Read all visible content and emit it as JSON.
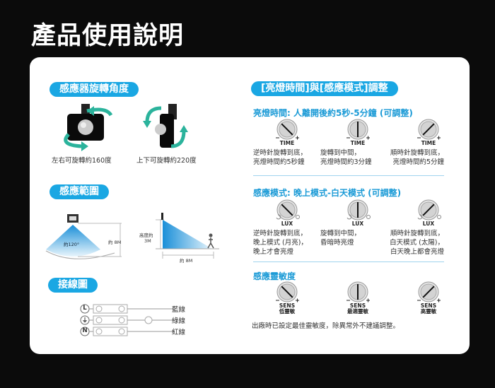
{
  "title": "產品使用說明",
  "rotation": {
    "pill": "感應器旋轉角度",
    "left_caption": "左右可旋轉約160度",
    "right_caption": "上下可旋轉約220度"
  },
  "range": {
    "pill": "感應範圍",
    "angle": "約120°",
    "distance": "約 8M",
    "height_label": "高度約",
    "height_value": "3M",
    "ground": "約 8M"
  },
  "wiring": {
    "pill": "接線圖",
    "rows": [
      {
        "terminal": "L",
        "color": "藍線"
      },
      {
        "terminal": "⏚",
        "color": "綠線"
      },
      {
        "terminal": "N",
        "color": "紅線"
      }
    ]
  },
  "adjust": {
    "pill": "[亮燈時間]與[感應模式]調整",
    "time": {
      "heading": "亮燈時間: 人離開後約5秒-5分鐘 (可調整)",
      "label": "TIME",
      "knobs": [
        {
          "setting": "min",
          "text": "逆時針旋轉到底，\n亮燈時間約5秒鐘"
        },
        {
          "setting": "mid",
          "text": "旋轉到中間，\n亮燈時間約3分鐘"
        },
        {
          "setting": "max",
          "text": "順時針旋轉到底，\n亮燈時間約5分鐘"
        }
      ]
    },
    "lux": {
      "heading": "感應模式: 晚上模式-白天模式 (可調整)",
      "label": "LUX",
      "knobs": [
        {
          "setting": "min",
          "text": "逆時針旋轉到底，\n晚上模式 (月亮)，\n晚上才會亮燈"
        },
        {
          "setting": "mid",
          "text": "旋轉到中間，\n昏暗時亮燈"
        },
        {
          "setting": "max",
          "text": "順時針旋轉到底，\n白天模式 (太陽)，\n白天晚上都會亮燈"
        }
      ]
    },
    "sens": {
      "heading": "感應靈敏度",
      "label": "SENS",
      "knobs": [
        {
          "setting": "min",
          "sub": "低靈敏"
        },
        {
          "setting": "mid",
          "sub": "最適靈敏"
        },
        {
          "setting": "max",
          "sub": "高靈敏"
        }
      ],
      "note": "出廠時已設定最佳靈敏度，除異常外不建議調整。"
    }
  },
  "colors": {
    "accent": "#1aa7e3",
    "teal": "#2bb39c"
  }
}
